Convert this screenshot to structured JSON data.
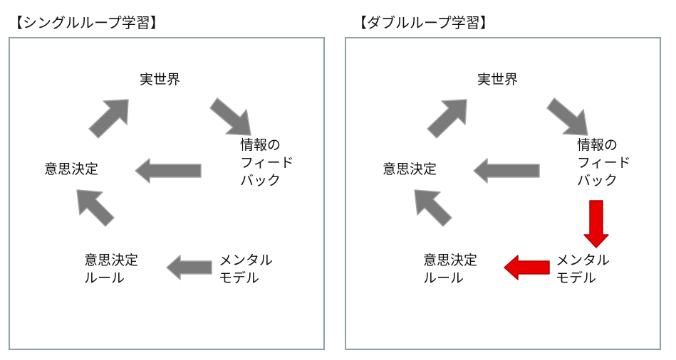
{
  "panels": [
    {
      "title": "【シングルループ学習】",
      "nodes": {
        "real_world": "実世界",
        "feedback": [
          "情報の",
          "フィード",
          "バック"
        ],
        "decision": "意思決定",
        "rules": [
          "意思決定",
          "ルール"
        ],
        "mental_model": [
          "メンタル",
          "モデル"
        ]
      }
    },
    {
      "title": "【ダブルループ学習】",
      "nodes": {
        "real_world": "実世界",
        "feedback": [
          "情報の",
          "フィード",
          "バック"
        ],
        "decision": "意思決定",
        "rules": [
          "意思決定",
          "ルール"
        ],
        "mental_model": [
          "メンタル",
          "モデル"
        ]
      }
    }
  ],
  "colors": {
    "normal_arrow": "#7a7a7a",
    "normal_arrow_edge": "#a4a4a4",
    "highlight_arrow": "#e60000",
    "highlight_arrow_edge": "#b40000",
    "frame": "#8fa0a6"
  }
}
